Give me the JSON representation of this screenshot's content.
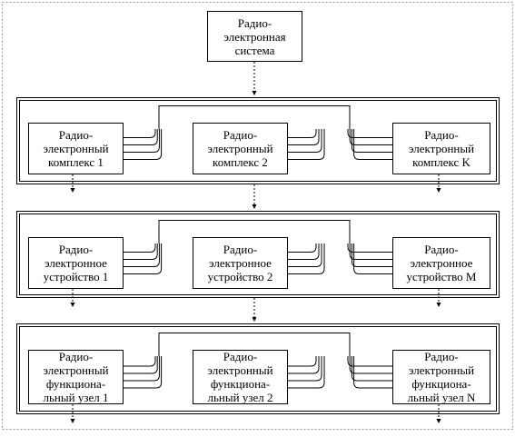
{
  "top": {
    "lines": [
      "Радио-",
      "электронная",
      "система"
    ]
  },
  "levels": [
    {
      "items": [
        {
          "lines": [
            "Радио-",
            "электронный",
            "комплекс 1"
          ]
        },
        {
          "lines": [
            "Радио-",
            "электронный",
            "комплекс 2"
          ]
        },
        {
          "lines": [
            "Радио-",
            "электронный",
            "комплекс K"
          ]
        }
      ]
    },
    {
      "items": [
        {
          "lines": [
            "Радио-",
            "электронное",
            "устройство 1"
          ]
        },
        {
          "lines": [
            "Радио-",
            "электронное",
            "устройство 2"
          ]
        },
        {
          "lines": [
            "Радио-",
            "электронное",
            "устройство M"
          ]
        }
      ]
    },
    {
      "items": [
        {
          "lines": [
            "Радио-",
            "электронный",
            "функциона-",
            "льный узел 1"
          ]
        },
        {
          "lines": [
            "Радио-",
            "электронный",
            "функциона-",
            "льный узел 2"
          ]
        },
        {
          "lines": [
            "Радио-",
            "электронный",
            "функциона-",
            "льный узел N"
          ]
        }
      ]
    }
  ]
}
